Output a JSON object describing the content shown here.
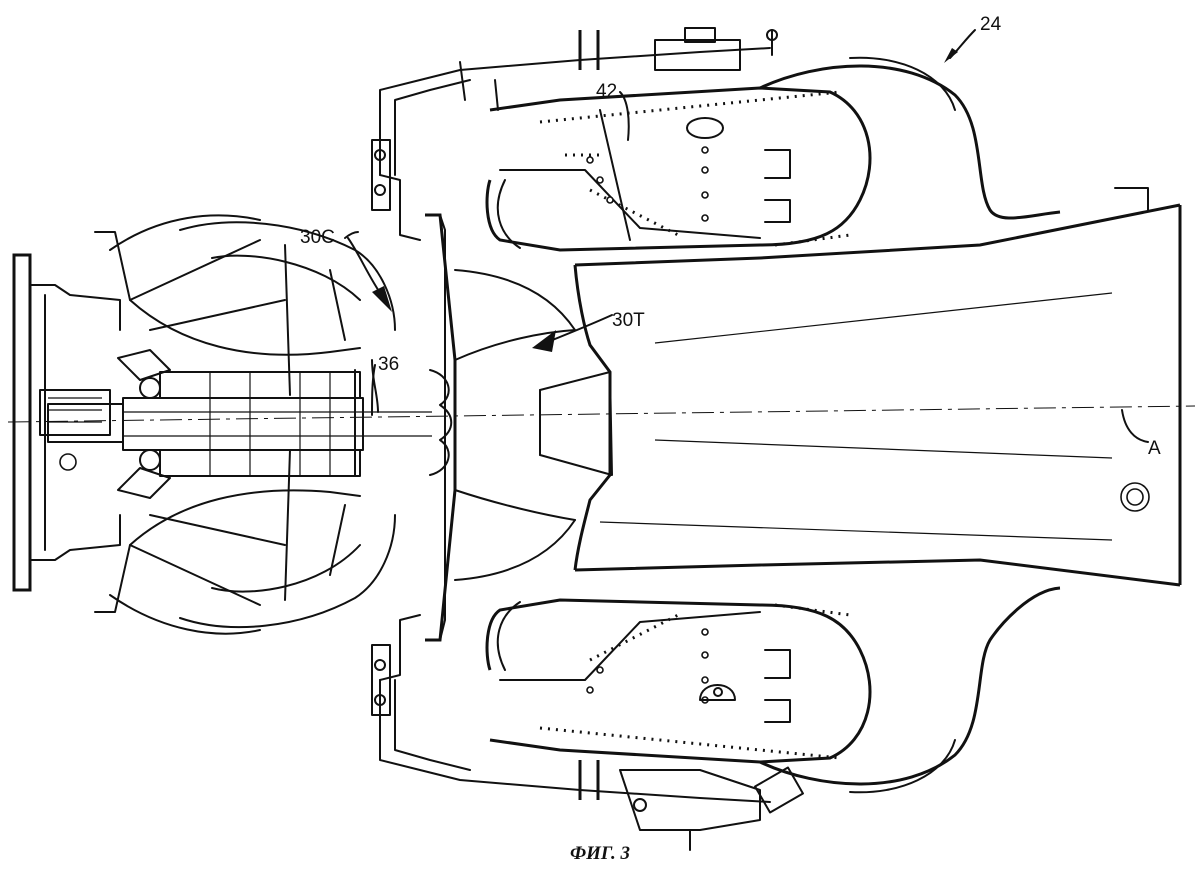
{
  "labels": {
    "assembly": "24",
    "combustor_liner": "42",
    "compressor": "30C",
    "turbine": "30T",
    "shaft": "36",
    "axis": "A"
  },
  "caption": "ФИГ. 3"
}
